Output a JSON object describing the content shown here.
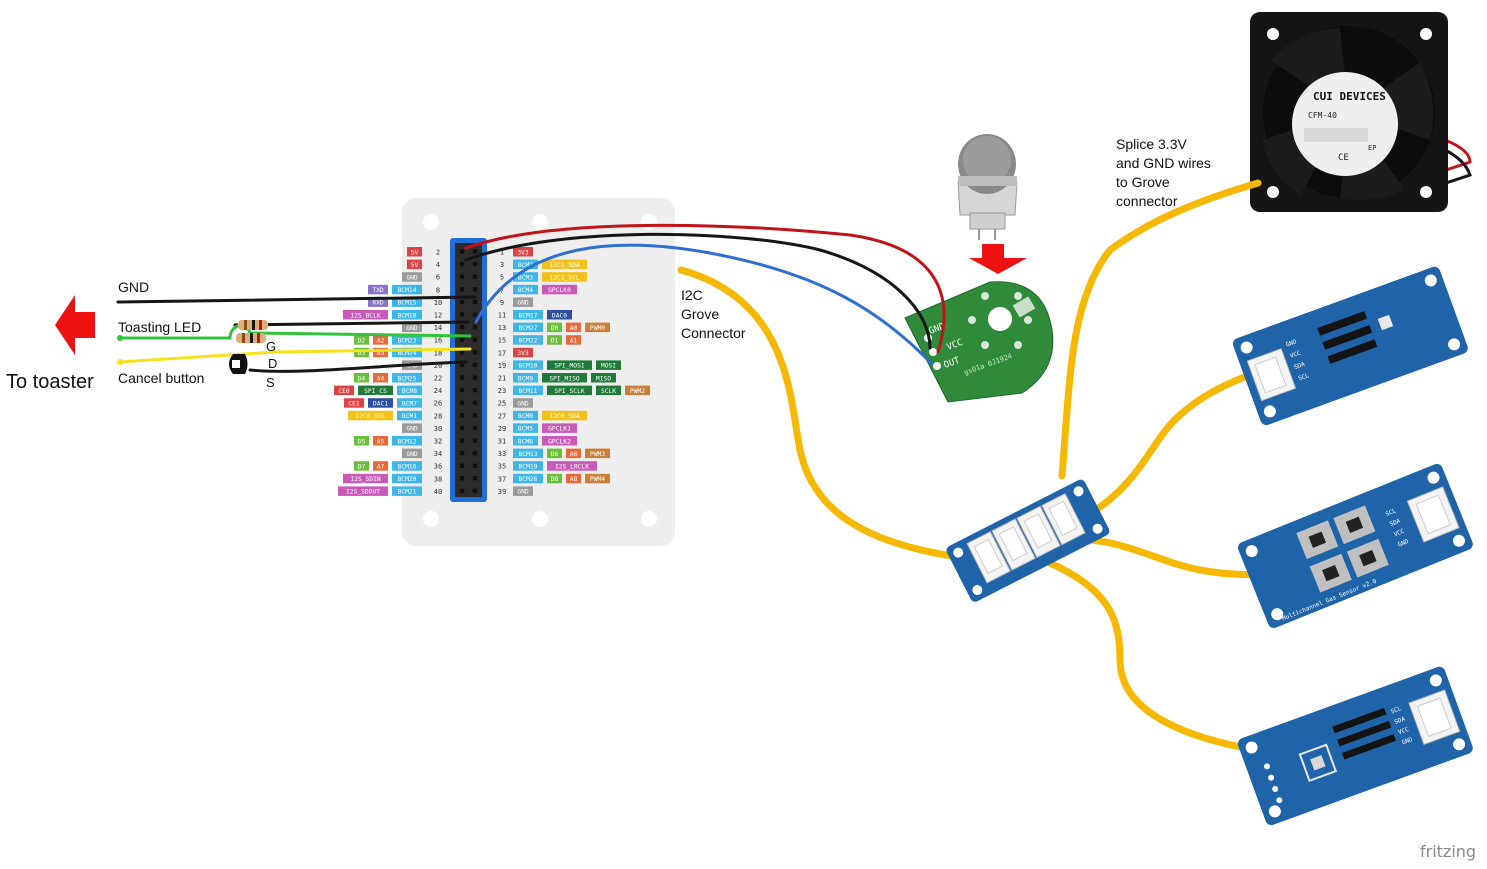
{
  "labels": {
    "to_toaster": "To toaster",
    "gnd": "GND",
    "toasting_led": "Toasting LED",
    "cancel_button": "Cancel button",
    "mosfet_g": "G",
    "mosfet_d": "D",
    "mosfet_s": "S",
    "i2c_grove": "I2C\nGrove\nConnector",
    "splice_note": "Splice 3.3V\nand GND wires\nto Grove\nconnector",
    "watermark": "fritzing"
  },
  "fan": {
    "brand": "CUI DEVICES",
    "model": "CFM-40",
    "mark_ce": "CE",
    "mark_ep": "EP"
  },
  "gas_board": {
    "pins": [
      "GND",
      "VCC",
      "OUT"
    ],
    "code": "gs01a 0J1924"
  },
  "grove_mid_board": {
    "text": "Multichannel Gas Sensor v2.0"
  },
  "grove_top_pins": [
    "GND",
    "VCC",
    "SDA",
    "SCL"
  ],
  "grove_mid_pins": [
    "SCL",
    "SDA",
    "VCC",
    "GND"
  ],
  "grove_bot_pins": [
    "SCL",
    "SDA",
    "VCC",
    "GND"
  ],
  "pinout": {
    "left": [
      {
        "pin": "2",
        "labels": [
          {
            "t": "5V",
            "c": "#d94545"
          }
        ]
      },
      {
        "pin": "4",
        "labels": [
          {
            "t": "5V",
            "c": "#d94545"
          }
        ]
      },
      {
        "pin": "6",
        "labels": [
          {
            "t": "GND",
            "c": "#9a9a9a"
          }
        ]
      },
      {
        "pin": "8",
        "labels": [
          {
            "t": "TXD",
            "c": "#8a72c8"
          },
          {
            "t": "BCM14",
            "c": "#3fb6e8"
          }
        ]
      },
      {
        "pin": "10",
        "labels": [
          {
            "t": "RXD",
            "c": "#8a72c8"
          },
          {
            "t": "BCM15",
            "c": "#3fb6e8"
          }
        ]
      },
      {
        "pin": "12",
        "labels": [
          {
            "t": "I2S_BCLK",
            "c": "#c85ab8"
          },
          {
            "t": "BCM18",
            "c": "#3fb6e8"
          }
        ]
      },
      {
        "pin": "14",
        "labels": [
          {
            "t": "GND",
            "c": "#9a9a9a"
          }
        ]
      },
      {
        "pin": "16",
        "labels": [
          {
            "t": "D2",
            "c": "#6cbf3a"
          },
          {
            "t": "A2",
            "c": "#e86a3a"
          },
          {
            "t": "BCM23",
            "c": "#3fb6e8"
          }
        ]
      },
      {
        "pin": "18",
        "labels": [
          {
            "t": "D3",
            "c": "#6cbf3a"
          },
          {
            "t": "A3",
            "c": "#e86a3a"
          },
          {
            "t": "BCM24",
            "c": "#3fb6e8"
          }
        ]
      },
      {
        "pin": "20",
        "labels": [
          {
            "t": "GND",
            "c": "#9a9a9a"
          }
        ]
      },
      {
        "pin": "22",
        "labels": [
          {
            "t": "D4",
            "c": "#6cbf3a"
          },
          {
            "t": "A4",
            "c": "#e86a3a"
          },
          {
            "t": "BCM25",
            "c": "#3fb6e8"
          }
        ]
      },
      {
        "pin": "24",
        "labels": [
          {
            "t": "CE0",
            "c": "#d94545"
          },
          {
            "t": "SPI_CS",
            "c": "#1f7a3a"
          },
          {
            "t": "BCM8",
            "c": "#3fb6e8"
          }
        ]
      },
      {
        "pin": "26",
        "labels": [
          {
            "t": "CE1",
            "c": "#d94545"
          },
          {
            "t": "DAC1",
            "c": "#2c4fa0"
          },
          {
            "t": "BCM7",
            "c": "#3fb6e8"
          }
        ]
      },
      {
        "pin": "28",
        "labels": [
          {
            "t": "I2C0_SCL",
            "c": "#f2c21a"
          },
          {
            "t": "BCM1",
            "c": "#3fb6e8"
          }
        ]
      },
      {
        "pin": "30",
        "labels": [
          {
            "t": "GND",
            "c": "#9a9a9a"
          }
        ]
      },
      {
        "pin": "32",
        "labels": [
          {
            "t": "D5",
            "c": "#6cbf3a"
          },
          {
            "t": "A5",
            "c": "#e86a3a"
          },
          {
            "t": "BCM12",
            "c": "#3fb6e8"
          }
        ]
      },
      {
        "pin": "34",
        "labels": [
          {
            "t": "GND",
            "c": "#9a9a9a"
          }
        ]
      },
      {
        "pin": "36",
        "labels": [
          {
            "t": "D7",
            "c": "#6cbf3a"
          },
          {
            "t": "A7",
            "c": "#e86a3a"
          },
          {
            "t": "BCM16",
            "c": "#3fb6e8"
          }
        ]
      },
      {
        "pin": "38",
        "labels": [
          {
            "t": "I2S_SDIN",
            "c": "#c85ab8"
          },
          {
            "t": "BCM20",
            "c": "#3fb6e8"
          }
        ]
      },
      {
        "pin": "40",
        "labels": [
          {
            "t": "I2S_SDOUT",
            "c": "#c85ab8"
          },
          {
            "t": "BCM21",
            "c": "#3fb6e8"
          }
        ]
      }
    ],
    "right": [
      {
        "pin": "1",
        "labels": [
          {
            "t": "3V3",
            "c": "#d94545"
          }
        ]
      },
      {
        "pin": "3",
        "labels": [
          {
            "t": "BCM2",
            "c": "#3fb6e8"
          },
          {
            "t": "I2C1_SDA",
            "c": "#f2c21a"
          }
        ]
      },
      {
        "pin": "5",
        "labels": [
          {
            "t": "BCM3",
            "c": "#3fb6e8"
          },
          {
            "t": "I2C1_SCL",
            "c": "#f2c21a"
          }
        ]
      },
      {
        "pin": "7",
        "labels": [
          {
            "t": "BCM4",
            "c": "#3fb6e8"
          },
          {
            "t": "GPCLK0",
            "c": "#c85ab8"
          }
        ]
      },
      {
        "pin": "9",
        "labels": [
          {
            "t": "GND",
            "c": "#9a9a9a"
          }
        ]
      },
      {
        "pin": "11",
        "labels": [
          {
            "t": "BCM17",
            "c": "#3fb6e8"
          },
          {
            "t": "DAC0",
            "c": "#2c4fa0"
          }
        ]
      },
      {
        "pin": "13",
        "labels": [
          {
            "t": "BCM27",
            "c": "#3fb6e8"
          },
          {
            "t": "D0",
            "c": "#6cbf3a"
          },
          {
            "t": "A0",
            "c": "#e86a3a"
          },
          {
            "t": "PWM0",
            "c": "#c8803a"
          }
        ]
      },
      {
        "pin": "15",
        "labels": [
          {
            "t": "BCM22",
            "c": "#3fb6e8"
          },
          {
            "t": "D1",
            "c": "#6cbf3a"
          },
          {
            "t": "A1",
            "c": "#e86a3a"
          }
        ]
      },
      {
        "pin": "17",
        "labels": [
          {
            "t": "3V3",
            "c": "#d94545"
          }
        ]
      },
      {
        "pin": "19",
        "labels": [
          {
            "t": "BCM10",
            "c": "#3fb6e8"
          },
          {
            "t": "SPI_MOSI",
            "c": "#1f7a3a"
          },
          {
            "t": "MOSI",
            "c": "#1f7a3a"
          }
        ]
      },
      {
        "pin": "21",
        "labels": [
          {
            "t": "BCM9",
            "c": "#3fb6e8"
          },
          {
            "t": "SPI_MISO",
            "c": "#1f7a3a"
          },
          {
            "t": "MISO",
            "c": "#1f7a3a"
          }
        ]
      },
      {
        "pin": "23",
        "labels": [
          {
            "t": "BCM11",
            "c": "#3fb6e8"
          },
          {
            "t": "SPI_SCLK",
            "c": "#1f7a3a"
          },
          {
            "t": "SCLK",
            "c": "#1f7a3a"
          },
          {
            "t": "PWM2",
            "c": "#c8803a"
          }
        ]
      },
      {
        "pin": "25",
        "labels": [
          {
            "t": "GND",
            "c": "#9a9a9a"
          }
        ]
      },
      {
        "pin": "27",
        "labels": [
          {
            "t": "BCM0",
            "c": "#3fb6e8"
          },
          {
            "t": "I2C0_SDA",
            "c": "#f2c21a"
          }
        ]
      },
      {
        "pin": "29",
        "labels": [
          {
            "t": "BCM5",
            "c": "#3fb6e8"
          },
          {
            "t": "GPCLK1",
            "c": "#c85ab8"
          }
        ]
      },
      {
        "pin": "31",
        "labels": [
          {
            "t": "BCM6",
            "c": "#3fb6e8"
          },
          {
            "t": "GPCLK2",
            "c": "#c85ab8"
          }
        ]
      },
      {
        "pin": "33",
        "labels": [
          {
            "t": "BCM13",
            "c": "#3fb6e8"
          },
          {
            "t": "D6",
            "c": "#6cbf3a"
          },
          {
            "t": "A6",
            "c": "#e86a3a"
          },
          {
            "t": "PWM3",
            "c": "#c8803a"
          }
        ]
      },
      {
        "pin": "35",
        "labels": [
          {
            "t": "BCM19",
            "c": "#3fb6e8"
          },
          {
            "t": "I2S_LRCLK",
            "c": "#c85ab8"
          }
        ]
      },
      {
        "pin": "37",
        "labels": [
          {
            "t": "BCM26",
            "c": "#3fb6e8"
          },
          {
            "t": "D8",
            "c": "#6cbf3a"
          },
          {
            "t": "A8",
            "c": "#e86a3a"
          },
          {
            "t": "PWM4",
            "c": "#c8803a"
          }
        ]
      },
      {
        "pin": "39",
        "labels": [
          {
            "t": "GND",
            "c": "#9a9a9a"
          }
        ]
      }
    ]
  },
  "colors": {
    "wire_red": "#c0141a",
    "wire_black": "#161616",
    "wire_blue": "#2f6fd0",
    "wire_green": "#2fc43a",
    "wire_yellow": "#f5e21a",
    "grove_cable": "#f6b800",
    "grove_pcb": "#1f63a8",
    "gas_pcb": "#2f8a3a",
    "arrow": "#ee1111",
    "header_blue": "#1f6fd8",
    "hat_base": "#eeeeee"
  }
}
